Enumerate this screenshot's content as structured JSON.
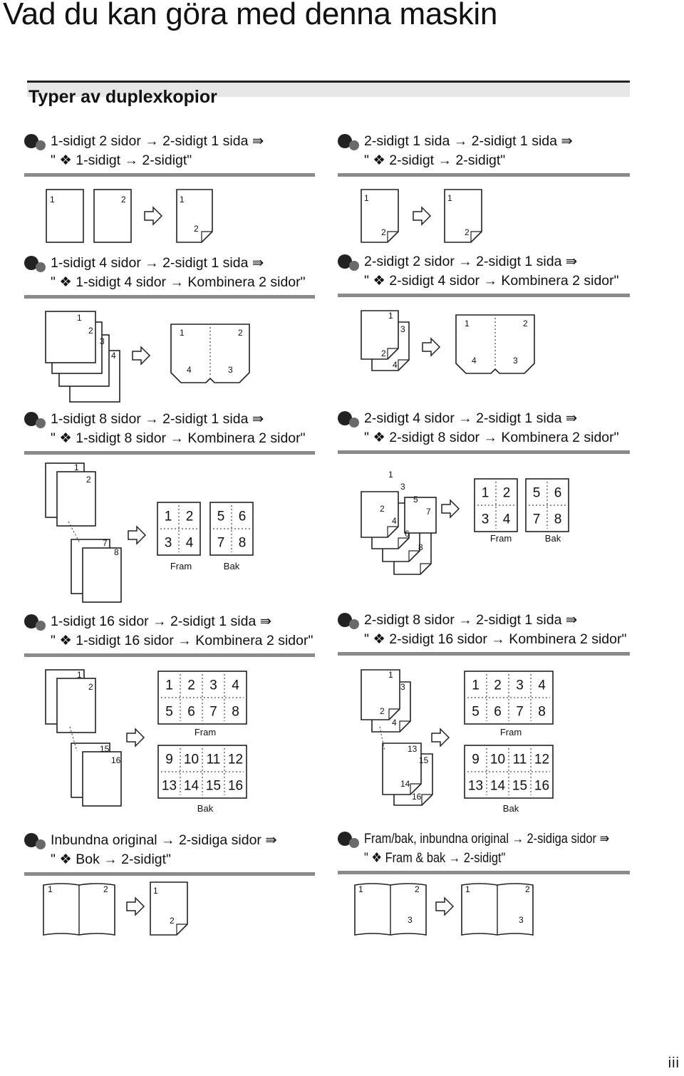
{
  "header": {
    "title": "Vad du kan göra med denna maskin"
  },
  "section": {
    "title": "Typer av duplexkopior"
  },
  "blocks": [
    {
      "l1": "1-sidigt 2 sidor → 2-sidigt 1 sida ⇛",
      "l2": "\" ❖ 1-sidigt → 2-sidigt\""
    },
    {
      "l1": "2-sidigt 1 sida → 2-sidigt 1 sida ⇛",
      "l2": "\" ❖ 2-sidigt → 2-sidigt\""
    },
    {
      "l1": "1-sidigt 4 sidor → 2-sidigt 1 sida ⇛",
      "l2": "\" ❖ 1-sidigt 4 sidor → Kombinera 2 sidor\""
    },
    {
      "l1": "2-sidigt 2 sidor → 2-sidigt 1 sida ⇛",
      "l2": "\" ❖ 2-sidigt 4 sidor → Kombinera 2 sidor\""
    },
    {
      "l1": "1-sidigt 8 sidor → 2-sidigt 1 sida ⇛",
      "l2": "\" ❖ 1-sidigt 8 sidor → Kombinera 2 sidor\""
    },
    {
      "l1": "2-sidigt 4 sidor → 2-sidigt 1 sida ⇛",
      "l2": "\" ❖ 2-sidigt 8 sidor → Kombinera 2 sidor\""
    },
    {
      "l1": "1-sidigt 16 sidor → 2-sidigt 1 sida ⇛",
      "l2": "\" ❖ 1-sidigt 16 sidor → Kombinera 2 sidor\""
    },
    {
      "l1": "2-sidigt 8 sidor → 2-sidigt 1 sida ⇛",
      "l2": "\" ❖ 2-sidigt 16 sidor → Kombinera 2 sidor\""
    },
    {
      "l1": "Inbundna original → 2-sidiga sidor ⇛",
      "l2": "\" ❖ Bok → 2-sidigt\""
    },
    {
      "l1": "Fram/bak, inbundna original → 2-sidiga sidor ⇛",
      "l2": "\" ❖ Fram & bak → 2-sidigt\""
    }
  ],
  "diagrams": {
    "front": "Fram",
    "back": "Bak"
  },
  "footer": {
    "page": "iii"
  }
}
